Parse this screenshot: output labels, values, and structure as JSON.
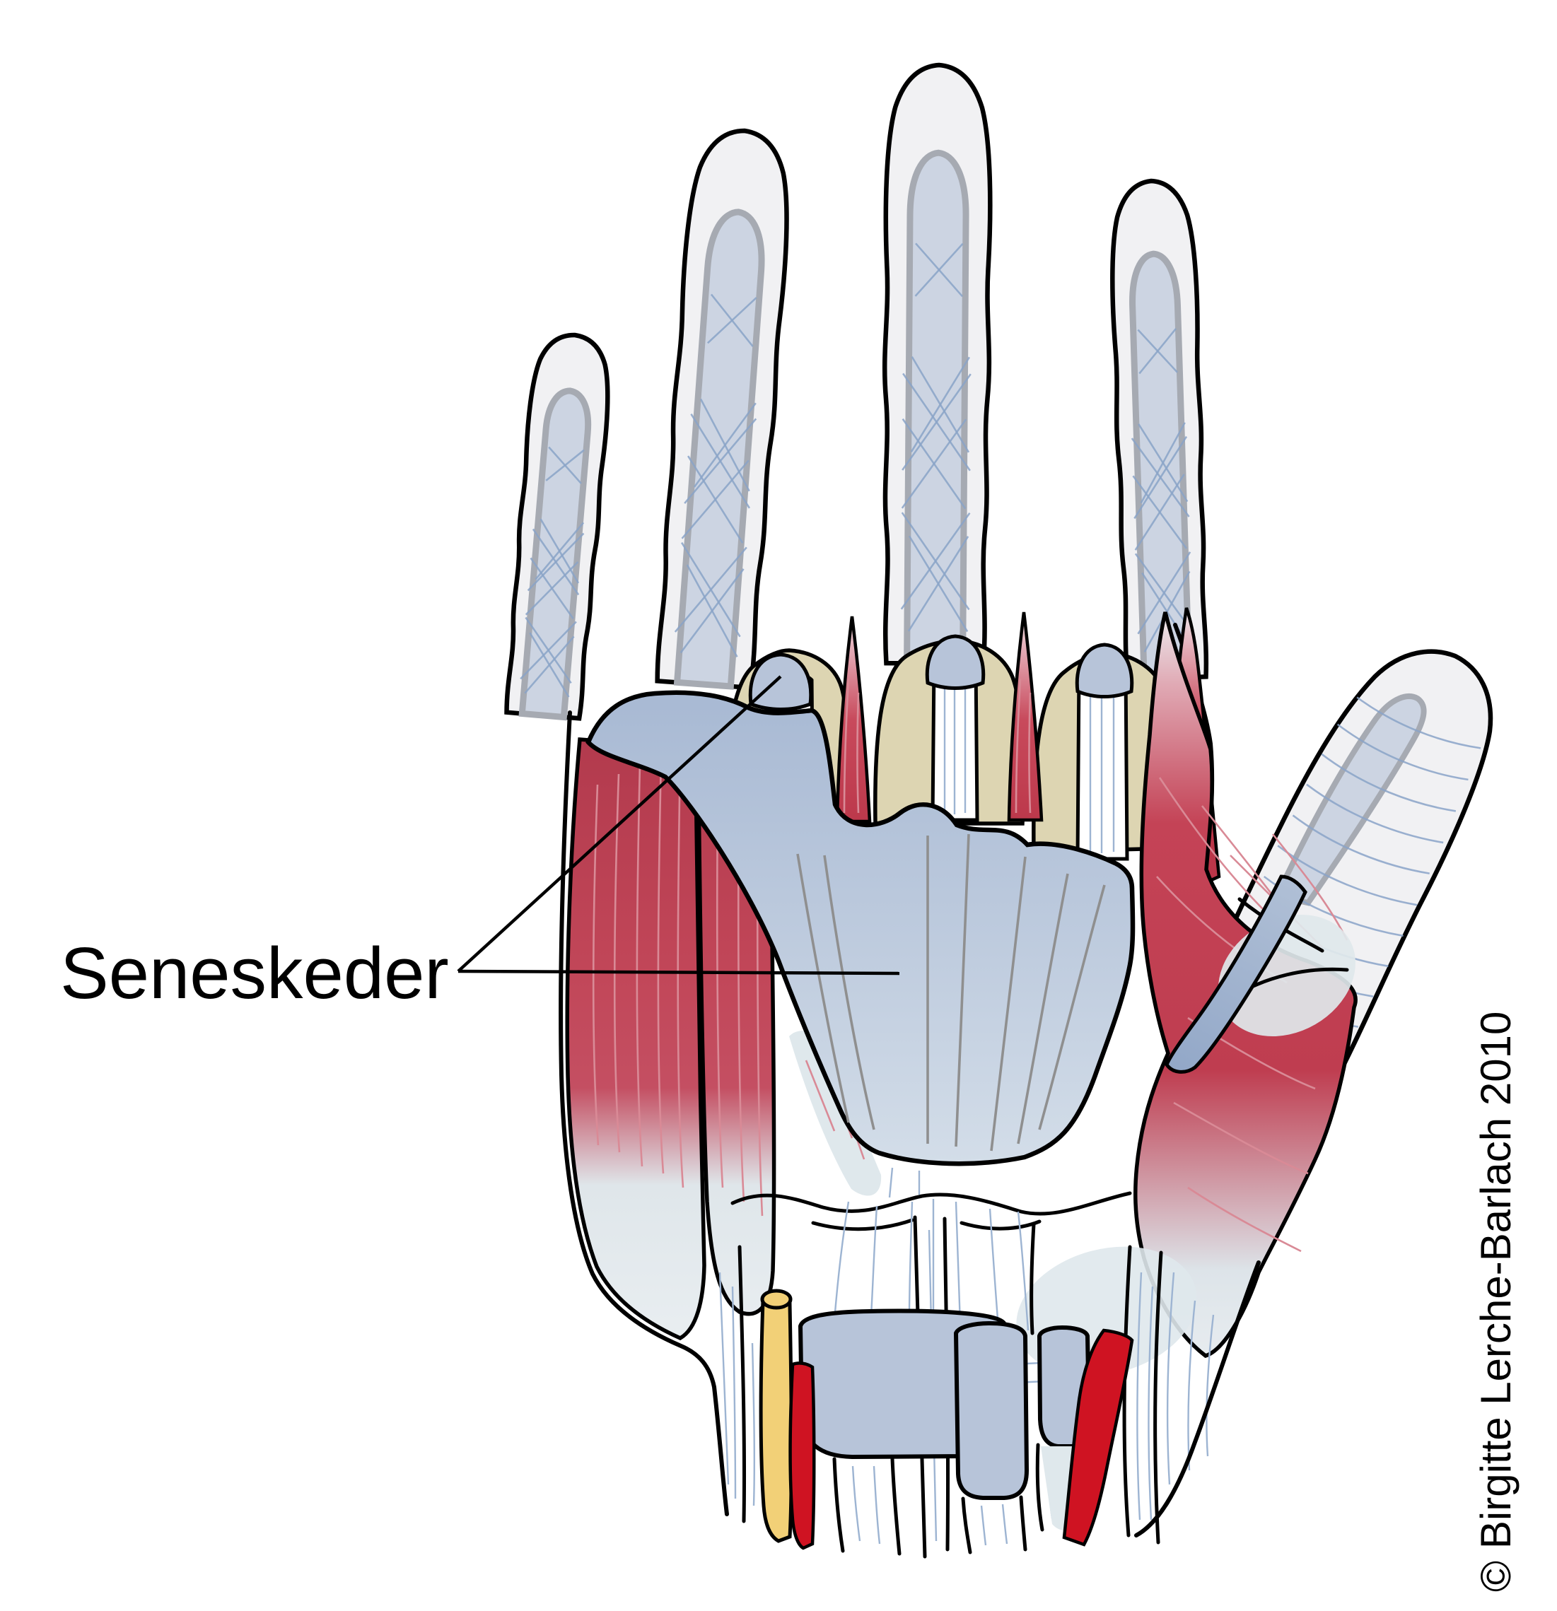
{
  "figure": {
    "label": "Seneskeder",
    "copyright": "© Birgitte Lerche-Barlach 2010",
    "description": "Anatomical illustration of the palm of a hand showing tendon sheaths (seneskeder), muscles, median nerve and arteries; a label with two leader lines points to the tendon sheath of the ring finger and the palmar tendon sheath fan."
  },
  "palette": {
    "background": "#ffffff",
    "outline": "#000000",
    "skin": "#f1f1f3",
    "sheath_blue": "#ccd4e2",
    "sheath_stroke": "#a6aab2",
    "cap_blue": "#b7c4d9",
    "fan_top": "#aabbd5",
    "fan_bottom": "#d2dce9",
    "fan_line": "#8f8f8f",
    "hatch_blue": "#8aa4c8",
    "fiber_blue": "#9db4d2",
    "bone_beige": "#ddd5b2",
    "muscle_red": "#c03c50",
    "muscle_fiber": "#d98a96",
    "pale_tendon": "#dfe8ec",
    "nerve_yellow": "#f2d077",
    "artery_red": "#cf1322",
    "band_blue": "#9fb2cf",
    "text": "#000000"
  }
}
